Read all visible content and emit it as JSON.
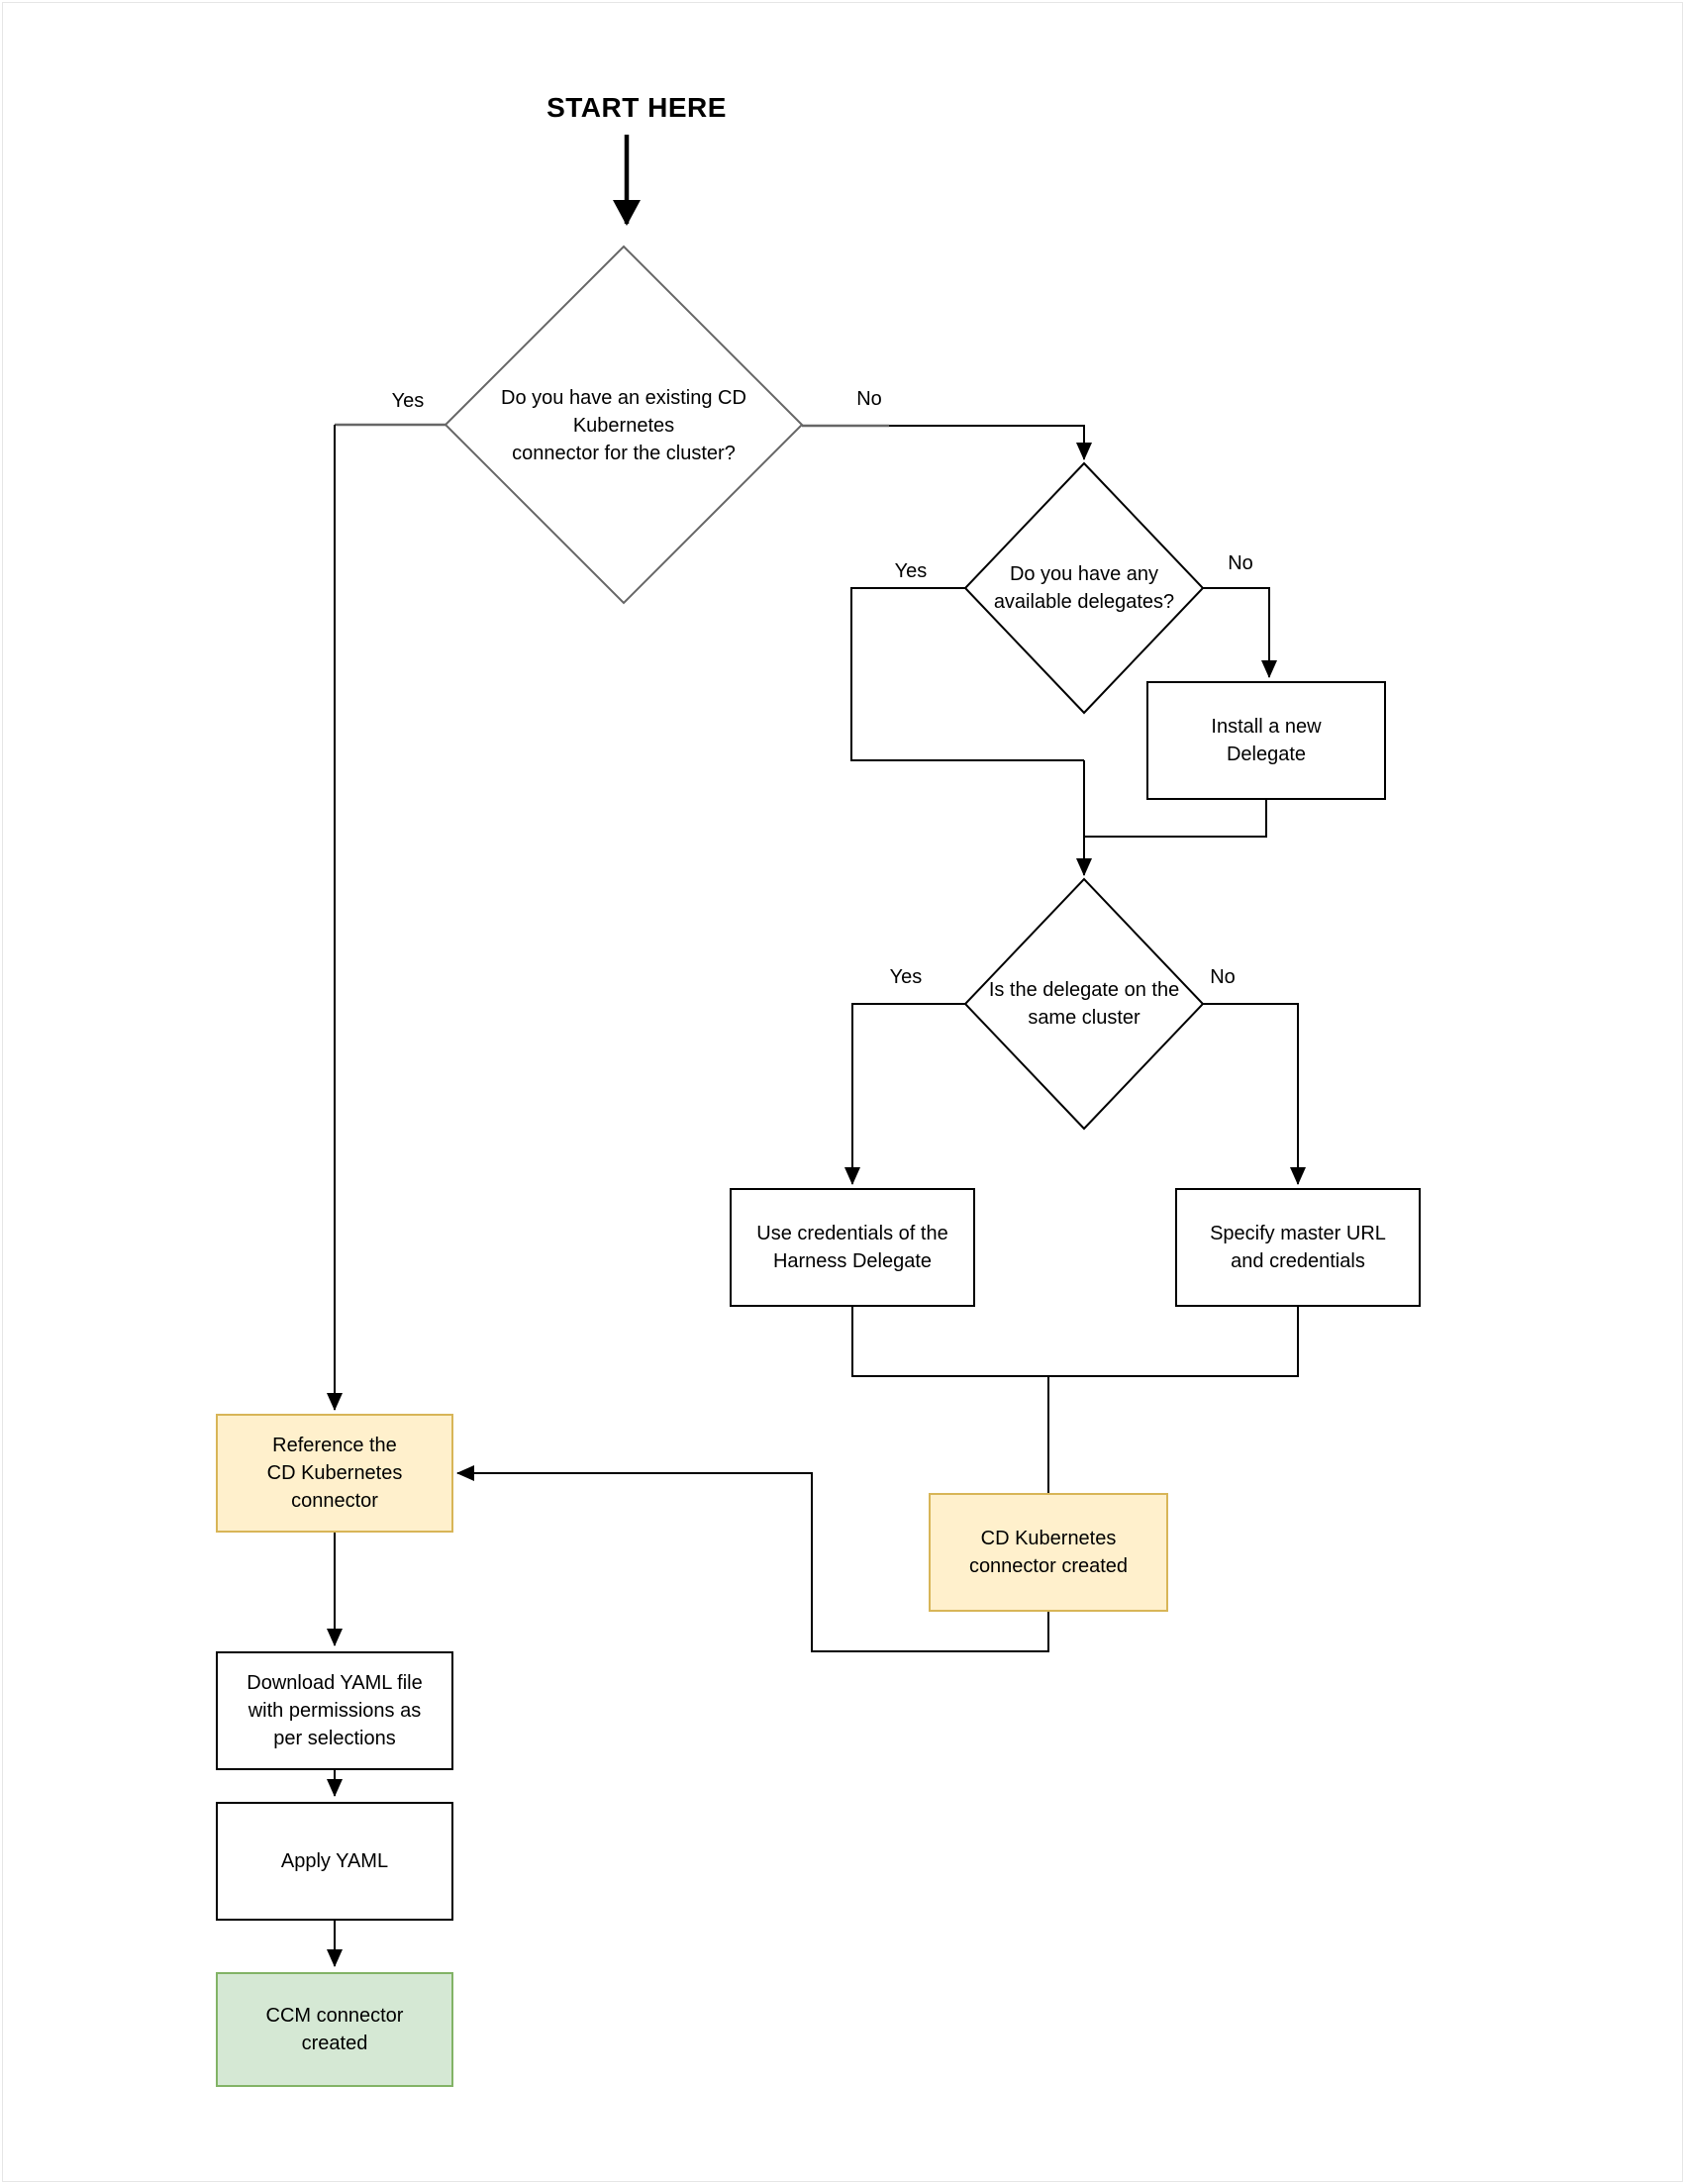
{
  "title": "START HERE",
  "decisions": {
    "existing_connector": {
      "line1": "Do you have an existing CD",
      "line2": "Kubernetes",
      "line3": "connector for the cluster?"
    },
    "available_delegates": {
      "line1": "Do you have any",
      "line2": "available delegates?"
    },
    "same_cluster": {
      "line1": "Is the delegate on the",
      "line2": "same cluster"
    }
  },
  "processes": {
    "install_delegate": {
      "line1": "Install a new",
      "line2": "Delegate"
    },
    "use_credentials": {
      "line1": "Use credentials of the",
      "line2": "Harness Delegate"
    },
    "specify_master_url": {
      "line1": "Specify master URL",
      "line2": "and credentials"
    },
    "cd_connector_created": {
      "line1": "CD Kubernetes",
      "line2": "connector created"
    },
    "reference_connector": {
      "line1": "Reference the",
      "line2": "CD Kubernetes",
      "line3": "connector"
    },
    "download_yaml": {
      "line1": "Download YAML file",
      "line2": "with permissions as",
      "line3": "per selections"
    },
    "apply_yaml": {
      "line1": "Apply YAML"
    },
    "ccm_connector_created": {
      "line1": "CCM connector",
      "line2": "created"
    }
  },
  "branch_labels": {
    "existing_connector_yes": "Yes",
    "existing_connector_no": "No",
    "available_delegates_yes": "Yes",
    "available_delegates_no": "No",
    "same_cluster_yes": "Yes",
    "same_cluster_no": "No"
  },
  "colors": {
    "background": "#ffffff",
    "text": "#000000",
    "line": "#000000",
    "shape_border": "#000000",
    "decision1_border": "#666666",
    "gray_stub": "#666666",
    "yellow_fill": "#fff0cc",
    "yellow_border": "#d8b557",
    "green_fill": "#d5e8d4",
    "green_border": "#82b366"
  }
}
